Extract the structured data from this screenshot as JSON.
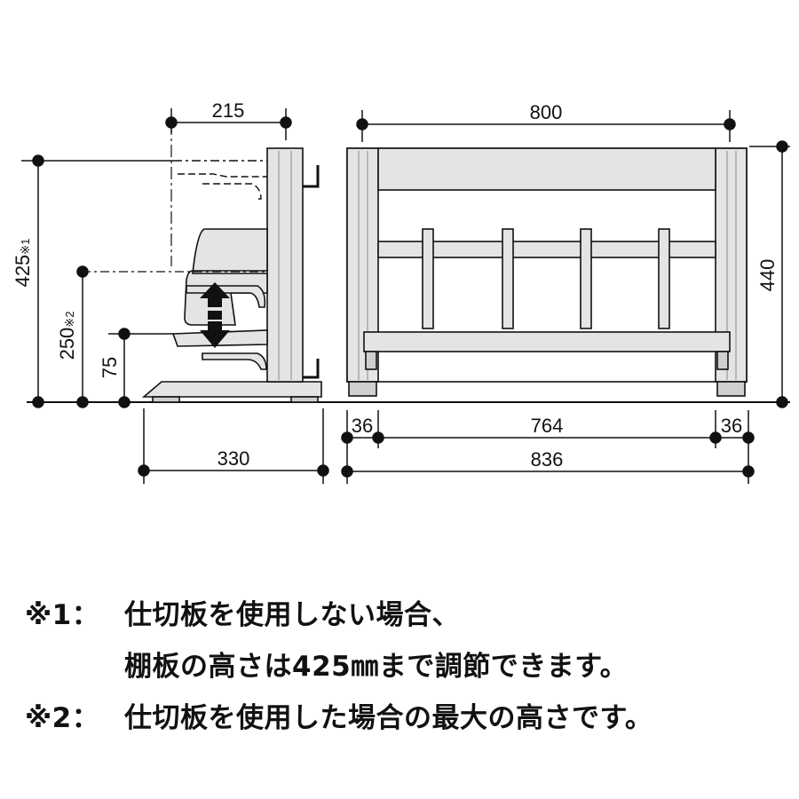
{
  "dimensions": {
    "side_top_width": "215",
    "side_base_width": "330",
    "height_max": "425",
    "height_max_note": "※1",
    "height_divider": "250",
    "height_divider_note": "※2",
    "height_bottom_shelf": "75",
    "front_top_width": "800",
    "front_height": "440",
    "front_post_left": "36",
    "front_inner_width": "764",
    "front_post_right": "36",
    "front_total_width": "836"
  },
  "notes": [
    {
      "marker": "※1：",
      "text": "仕切板を使用しない場合、"
    },
    {
      "marker": "",
      "text": "棚板の高さは425㎜まで調節できます。"
    },
    {
      "marker": "※2：",
      "text": "仕切板を使用した場合の最大の高さです。"
    }
  ],
  "colors": {
    "line": "#111111",
    "panel": "#e4e4e4",
    "panel_dark": "#cfcfcf"
  }
}
